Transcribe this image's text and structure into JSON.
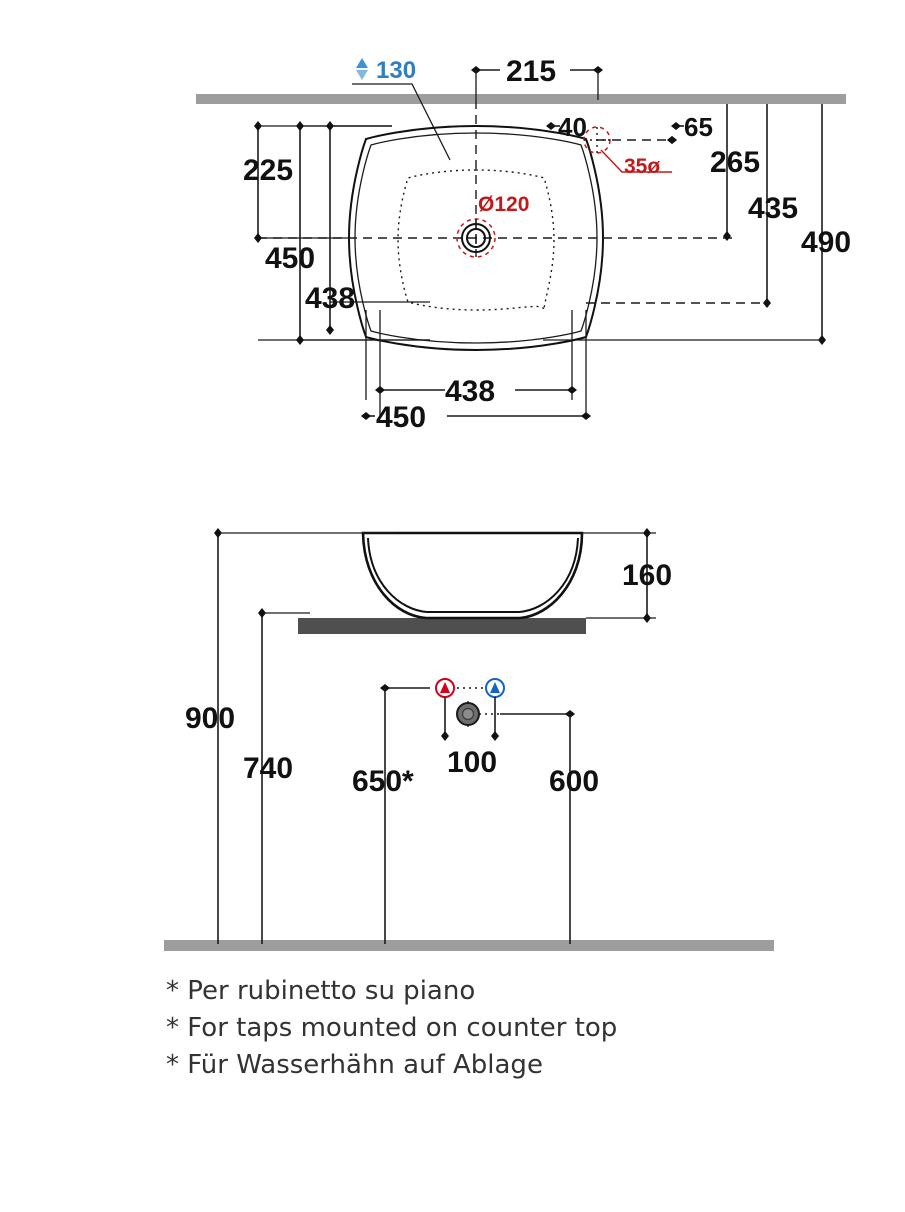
{
  "document": {
    "type": "technical-drawing",
    "subject": "countertop washbasin dimensional drawing"
  },
  "top_view": {
    "name": "plan-view",
    "dimensions": {
      "height_130": "130",
      "offset_215": "215",
      "offset_40": "40",
      "offset_65": "65",
      "depth_225": "225",
      "depth_450_left": "450",
      "depth_438_left": "438",
      "depth_265": "265",
      "depth_435": "435",
      "depth_490": "490",
      "width_438": "438",
      "width_450": "450"
    },
    "annotations": {
      "drain_diameter": "Ø120",
      "tap_hole_diameter": "35ø"
    },
    "colors": {
      "accent_blue": "#2f7fc1",
      "accent_red": "#c01b1b",
      "wall_gray": "#9d9d9d"
    }
  },
  "side_view": {
    "name": "elevation-view",
    "dimensions": {
      "basin_height_160": "160",
      "floor_to_top_900": "900",
      "floor_to_counter_740": "740",
      "floor_to_supply_650": "650*",
      "supply_spacing_100": "100",
      "floor_to_drain_600": "600"
    },
    "symbols": {
      "hot_water": "hot-water-supply-icon",
      "cold_water": "cold-water-supply-icon",
      "waste": "waste-drain-icon"
    },
    "colors": {
      "counter_gray": "#4f4f4f",
      "floor_gray": "#9d9d9d",
      "hot": "#d0021b",
      "cold": "#1565c0"
    }
  },
  "notes": [
    "* Per rubinetto su piano",
    "* For taps mounted on counter top",
    "* Für Wasserhähn auf Ablage"
  ]
}
